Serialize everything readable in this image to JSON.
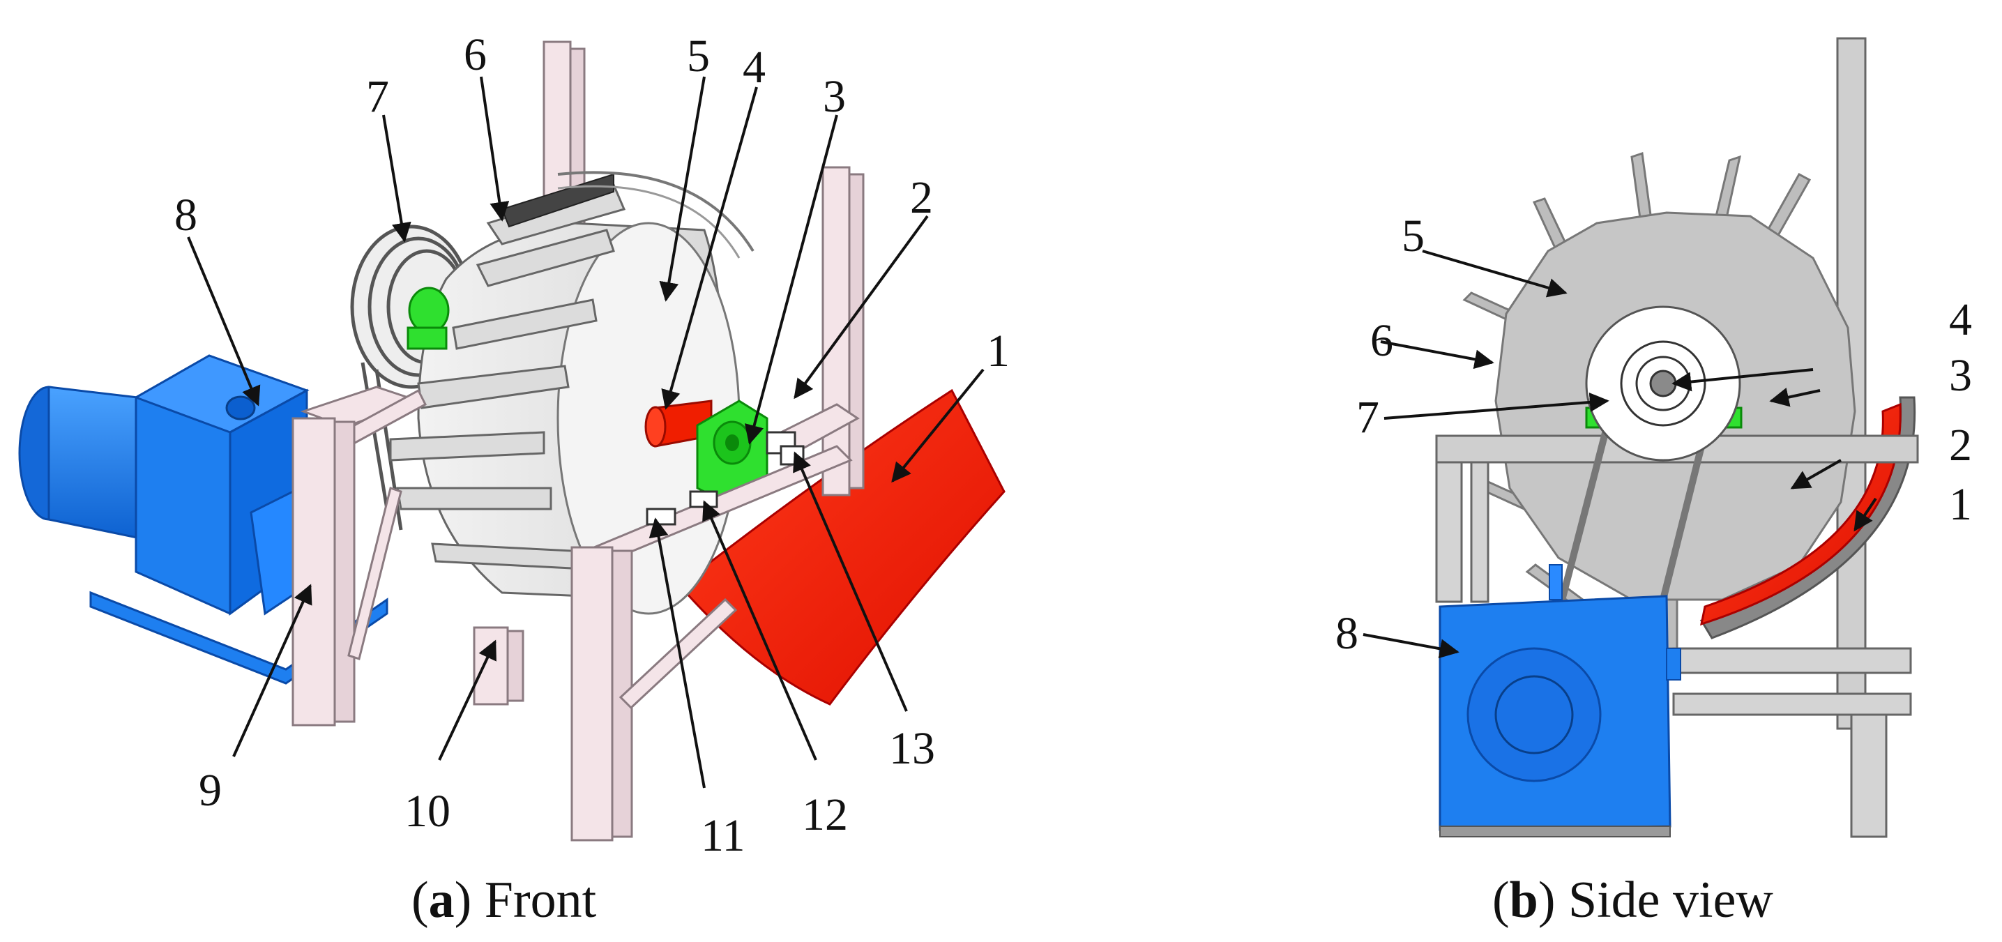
{
  "panel_a": {
    "caption": {
      "open": "(",
      "letter": "a",
      "rest": ") Front"
    },
    "callouts": [
      "1",
      "2",
      "3",
      "4",
      "5",
      "6",
      "7",
      "8",
      "9",
      "10",
      "11",
      "12",
      "13"
    ]
  },
  "panel_b": {
    "caption": {
      "open": "(",
      "letter": "b",
      "rest": ") Side view"
    },
    "callouts": [
      "1",
      "2",
      "3",
      "4",
      "5",
      "6",
      "7",
      "8"
    ]
  },
  "colors": {
    "motor_blue": "#1e7ff0",
    "red_part": "#f01e00",
    "green_bearing": "#2fe02f",
    "frame_pink": "#f4e4e8",
    "drum_gray": "#c6c6c6"
  }
}
